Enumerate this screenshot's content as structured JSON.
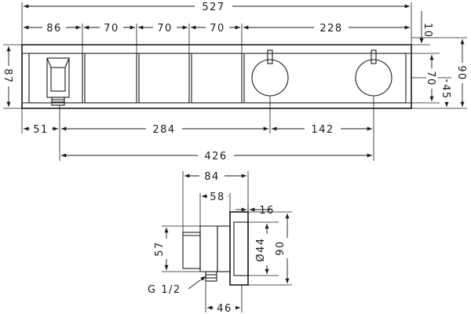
{
  "front_view": {
    "overall_width": "527",
    "segment_86": "86",
    "segment_70a": "70",
    "segment_70b": "70",
    "segment_70c": "70",
    "segment_228": "228",
    "top_strip": "10",
    "total_height": "87",
    "right_height": "90",
    "right_70": "70",
    "right_45": "45",
    "offset_51": "51",
    "spacing_284": "284",
    "spacing_142": "142",
    "span_426": "426"
  },
  "side_view": {
    "depth_84": "84",
    "depth_58": "58",
    "plate_16": "16",
    "height_57": "57",
    "diameter_44": "Ø44",
    "height_90": "90",
    "thread": "G 1/2",
    "depth_46": "46"
  }
}
